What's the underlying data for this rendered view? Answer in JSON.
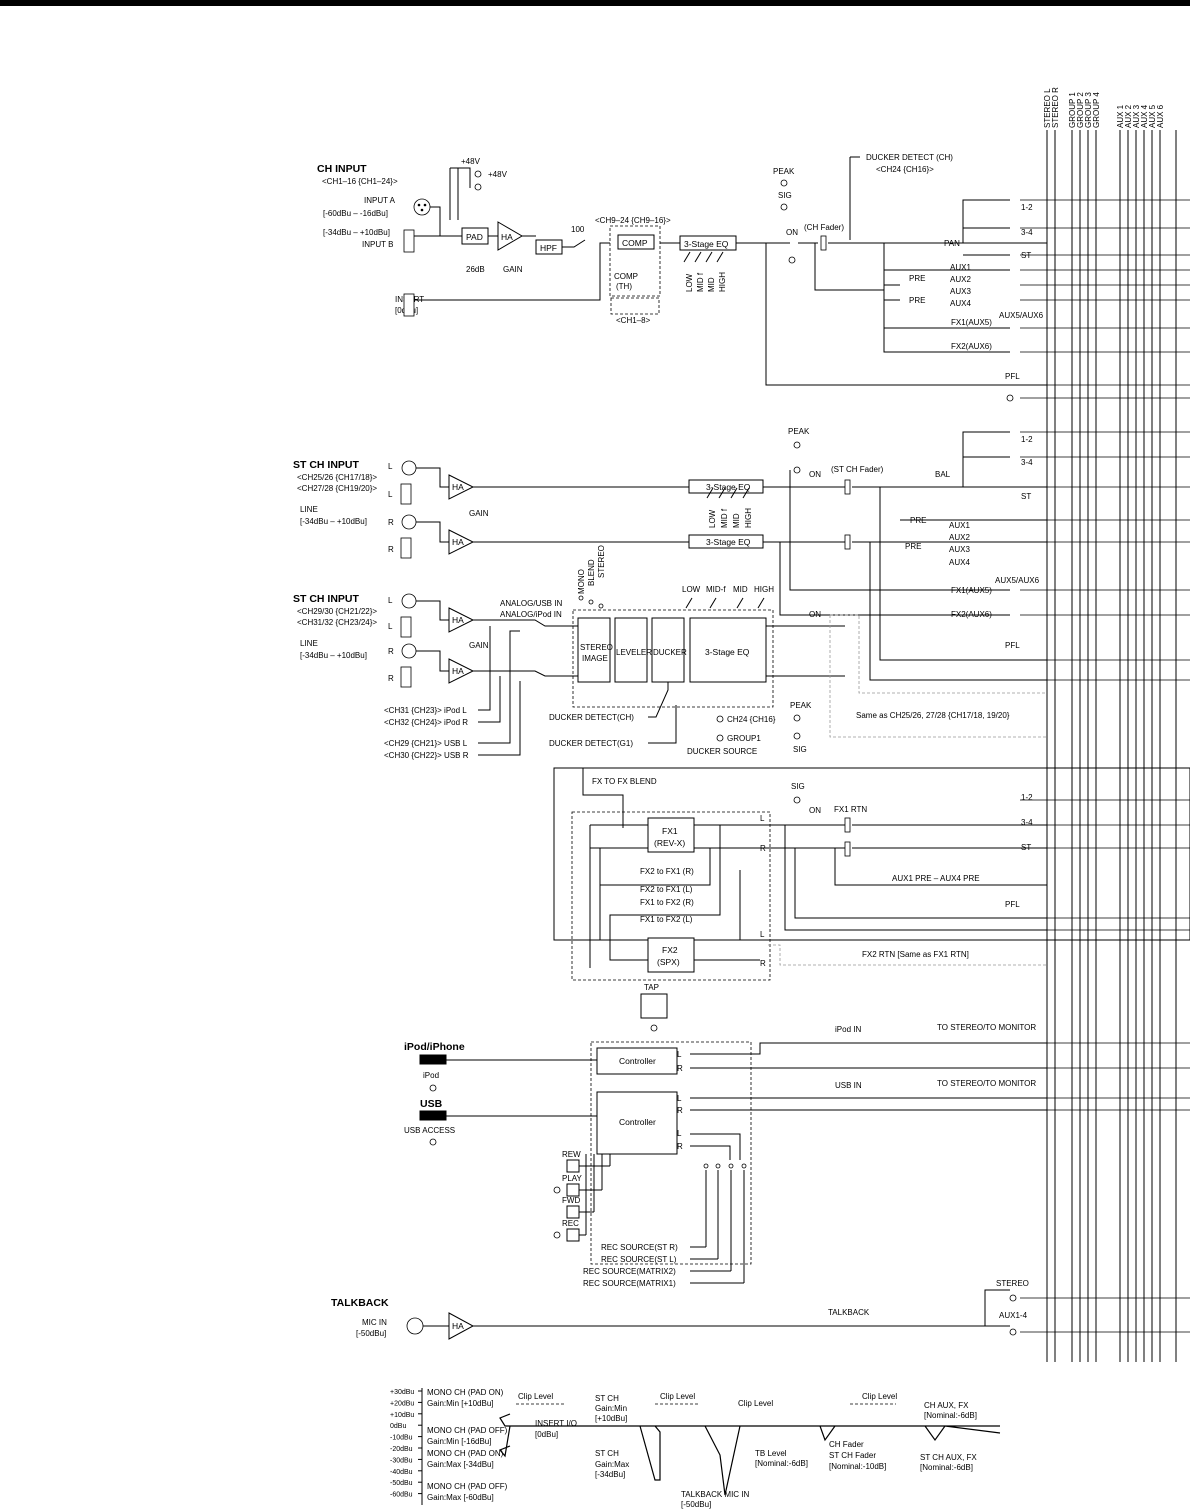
{
  "bus_labels": [
    "STEREO L",
    "STEREO R",
    "GROUP 1",
    "GROUP 2",
    "GROUP 3",
    "GROUP 4",
    "AUX 1",
    "AUX 2",
    "AUX 3",
    "AUX 4",
    "AUX 5",
    "AUX 6"
  ],
  "ch_input": {
    "title": "CH INPUT",
    "range": "<CH1–16 {CH1–24}>",
    "phantom_top": "+48V",
    "phantom": "+48V",
    "input_a": "INPUT A",
    "input_a_level": "[-60dBu – -16dBu]",
    "input_b_level": "[-34dBu – +10dBu]",
    "input_b": "INPUT B",
    "pad": "PAD",
    "pad_value": "26dB",
    "ha": "HA",
    "gain": "GAIN",
    "hpf": "HPF",
    "hpf_value": "100",
    "comp_range": "<CH9–24 {CH9–16}>",
    "comp": "COMP",
    "comp_th1": "COMP",
    "comp_th2": "(TH)",
    "comp_range2": "<CH1–8>",
    "eq": "3-Stage EQ",
    "eq_bands": [
      "LOW",
      "MID f",
      "MID",
      "HIGH"
    ],
    "insert": "INSERT",
    "insert_level": "[0dBu]",
    "peak": "PEAK",
    "sig": "SIG",
    "on": "ON",
    "fader": "(CH Fader)",
    "ducker": "DUCKER DETECT (CH)",
    "ducker_range": "<CH24 {CH16}>",
    "bus_12": "1-2",
    "bus_34": "3-4",
    "bus_st": "ST",
    "pan": "PAN",
    "pre": "PRE",
    "aux": [
      "AUX1",
      "AUX2",
      "AUX3",
      "AUX4"
    ],
    "fx1": "FX1(AUX5)",
    "fx2": "FX2(AUX6)",
    "aux56": "AUX5/AUX6",
    "pfl": "PFL"
  },
  "st_ch_input_1": {
    "title": "ST CH INPUT",
    "range1": "<CH25/26 {CH17/18}>",
    "range2": "<CH27/28 {CH19/20}>",
    "l": "L",
    "r": "R",
    "line": "LINE",
    "line_level": "[-34dBu – +10dBu]",
    "ha": "HA",
    "gain": "GAIN",
    "eq": "3-Stage EQ",
    "eq_bands": [
      "LOW",
      "MID f",
      "MID",
      "HIGH"
    ],
    "peak": "PEAK",
    "on": "ON",
    "fader": "(ST CH Fader)",
    "bal": "BAL",
    "bus_12": "1-2",
    "bus_34": "3-4",
    "bus_st": "ST",
    "pre": "PRE",
    "aux": [
      "AUX1",
      "AUX2",
      "AUX3",
      "AUX4"
    ],
    "fx1": "FX1(AUX5)",
    "fx2": "FX2(AUX6)",
    "aux56": "AUX5/AUX6",
    "pfl": "PFL"
  },
  "st_ch_input_2": {
    "title": "ST CH INPUT",
    "range1": "<CH29/30 {CH21/22}>",
    "range2": "<CH31/32 {CH23/24}>",
    "l": "L",
    "r": "R",
    "line": "LINE",
    "line_level": "[-34dBu – +10dBu]",
    "ha": "HA",
    "gain": "GAIN",
    "analog_usb": "ANALOG/USB IN",
    "analog_ipod": "ANALOG/iPod IN",
    "stereo_modes": [
      "MONO",
      "BLEND",
      "STEREO"
    ],
    "eq_bands": [
      "LOW",
      "MID-f",
      "MID",
      "HIGH"
    ],
    "stereo_image1": "STEREO",
    "stereo_image2": "IMAGE",
    "leveler": "LEVELER",
    "ducker": "DUCKER",
    "eq": "3-Stage EQ",
    "on": "ON",
    "peak": "PEAK",
    "sig": "SIG",
    "ipod_l": "<CH31 {CH23}> iPod L",
    "ipod_r": "<CH32 {CH24}> iPod R",
    "usb_l": "<CH29 {CH21}> USB L",
    "usb_r": "<CH30 {CH22}> USB R",
    "ducker_detect_ch": "DUCKER DETECT(CH)",
    "ducker_detect_g1": "DUCKER DETECT(G1)",
    "ch24": "CH24 {CH16}",
    "group1": "GROUP1",
    "ducker_source": "DUCKER SOURCE",
    "same_as": "Same as CH25/26, 27/28 {CH17/18, 19/20}"
  },
  "fx": {
    "blend": "FX TO FX BLEND",
    "sig": "SIG",
    "on": "ON",
    "rtn": "FX1 RTN",
    "fx1_name": "FX1",
    "fx1_type": "(REV-X)",
    "fx2_name": "FX2",
    "fx2_type": "(SPX)",
    "fx2_to_fx1_r": "FX2 to FX1 (R)",
    "fx2_to_fx1_l": "FX2 to FX1 (L)",
    "fx1_to_fx2_r": "FX1 to FX2 (R)",
    "fx1_to_fx2_l": "FX1 to FX2 (L)",
    "l": "L",
    "r": "R",
    "aux_pre": "AUX1 PRE – AUX4 PRE",
    "bus_12": "1-2",
    "bus_34": "3-4",
    "bus_st": "ST",
    "pfl": "PFL",
    "fx2_rtn": "FX2 RTN [Same as FX1 RTN]",
    "tap": "TAP"
  },
  "ipod": {
    "title": "iPod/iPhone",
    "label": "iPod",
    "controller": "Controller",
    "l": "L",
    "r": "R",
    "in": "iPod IN",
    "to": "TO STEREO/TO MONITOR"
  },
  "usb": {
    "title": "USB",
    "access": "USB ACCESS",
    "controller": "Controller",
    "l": "L",
    "r": "R",
    "in": "USB IN",
    "to": "TO STEREO/TO MONITOR",
    "buttons": [
      "REW",
      "PLAY",
      "FWD",
      "REC"
    ],
    "rec_sources": [
      "REC SOURCE(ST R)",
      "REC SOURCE(ST L)",
      "REC SOURCE(MATRIX2)",
      "REC SOURCE(MATRIX1)"
    ]
  },
  "talkback": {
    "title": "TALKBACK",
    "mic_in": "MIC IN",
    "level": "[-50dBu]",
    "ha": "HA",
    "label": "TALKBACK",
    "stereo": "STEREO",
    "aux14": "AUX1-4"
  },
  "level_diagram": {
    "scale": [
      "+30dBu",
      "+20dBu",
      "+10dBu",
      "0dBu",
      "-10dBu",
      "-20dBu",
      "-30dBu",
      "-40dBu",
      "-50dBu",
      "-60dBu"
    ],
    "mono_pad_on_1": "MONO CH (PAD ON)",
    "mono_pad_on_2": "Gain:Min [+10dBu]",
    "mono_pad_off_1": "MONO CH (PAD OFF)",
    "mono_pad_off_2": "Gain:Min [-16dBu]",
    "mono_pad_on_max_1": "MONO CH (PAD ON)",
    "mono_pad_on_max_2": "Gain:Max [-34dBu]",
    "mono_pad_off_max_1": "MONO CH (PAD OFF)",
    "mono_pad_off_max_2": "Gain:Max [-60dBu]",
    "clip": "Clip Level",
    "insert_io": "INSERT I/O",
    "insert_level": "[0dBu]",
    "st_ch_min_1": "ST CH",
    "st_ch_min_2": "Gain:Min",
    "st_ch_min_3": "[+10dBu]",
    "st_ch_max_1": "ST CH",
    "st_ch_max_2": "Gain:Max",
    "st_ch_max_3": "[-34dBu]",
    "tb_level_1": "TB Level",
    "tb_level_2": "[Nominal:-6dB]",
    "talkback_mic_1": "TALKBACK MIC IN",
    "talkback_mic_2": "[-50dBu]",
    "fader_1": "CH Fader",
    "fader_2": "ST CH Fader",
    "fader_3": "[Nominal:-10dB]",
    "ch_aux_1": "CH AUX, FX",
    "ch_aux_2": "[Nominal:-6dB]",
    "st_aux_1": "ST CH AUX, FX",
    "st_aux_2": "[Nominal:-6dB]"
  }
}
